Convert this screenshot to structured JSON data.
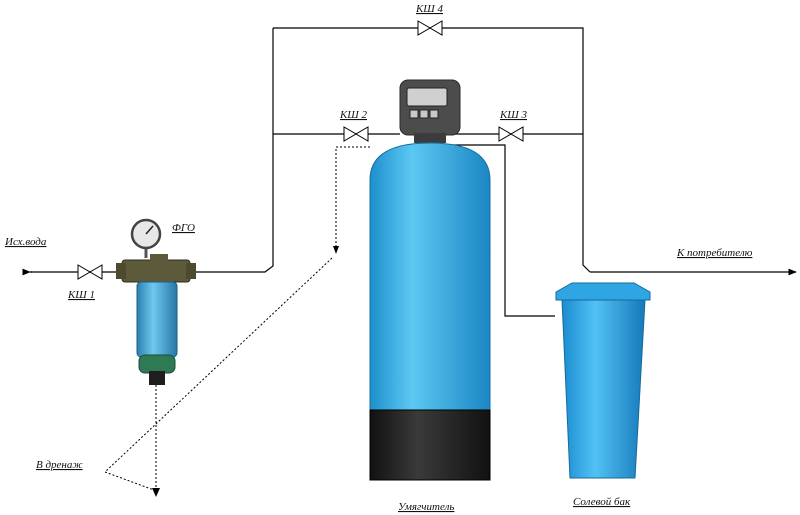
{
  "labels": {
    "source_water": "Исх.вода",
    "valve_1": "КШ 1",
    "valve_2": "КШ 2",
    "valve_3": "КШ 3",
    "valve_4": "КШ 4",
    "filter": "ФГО",
    "drain": "В дренаж",
    "consumer": "К потребителю",
    "softener": "Умягчитель",
    "brine_tank": "Солевой бак"
  },
  "colors": {
    "water_blue": "#3fb4e6",
    "tank_blue": "#2aa3e0",
    "tank_dark": "#222222",
    "head_gray": "#4a4a4a",
    "filter_housing": "#5a5a3a",
    "filter_green": "#2e7a55"
  }
}
